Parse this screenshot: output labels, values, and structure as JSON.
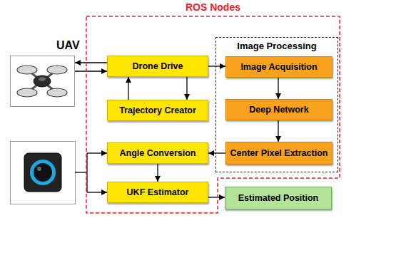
{
  "diagram": {
    "nodes": [
      {
        "text": [
          "ROS Nodes"
        ]
      },
      {
        "text": [
          "UAV"
        ]
      },
      {
        "text": [
          "Drone Drive"
        ],
        "in": 0
      },
      {
        "text": [
          "Image Processing"
        ],
        "in": 0
      },
      {
        "text": [
          "Image Acquisition"
        ],
        "in": 3
      },
      {
        "text": [
          "Trajectory Creator"
        ],
        "in": 0
      },
      {
        "text": [
          "Deep Network"
        ],
        "in": 3
      },
      {
        "text": [
          "Angle Conversion"
        ],
        "in": 0
      },
      {
        "text": [
          "Center Pixel Extraction"
        ],
        "in": 3
      },
      {
        "text": [
          "UKF Estimator"
        ],
        "in": 0
      },
      {
        "text": [
          "Estimated Position"
        ]
      }
    ],
    "edges": [
      {
        "from": 2,
        "to": 1,
        "arrow": "to"
      },
      {
        "from": 1,
        "to": 2,
        "arrow": "to"
      },
      {
        "from": 2,
        "to": 4,
        "arrow": "to"
      },
      {
        "from": 2,
        "to": 5,
        "arrow": "to"
      },
      {
        "from": 5,
        "to": 2,
        "arrow": "to"
      },
      {
        "from": 4,
        "to": 6,
        "arrow": "to"
      },
      {
        "from": 6,
        "to": 8,
        "arrow": "to"
      },
      {
        "from": 8,
        "to": 7,
        "arrow": "to"
      },
      {
        "from": 7,
        "to": 9,
        "arrow": "to"
      },
      {
        "from": 9,
        "to": 10,
        "arrow": "to"
      }
    ]
  }
}
